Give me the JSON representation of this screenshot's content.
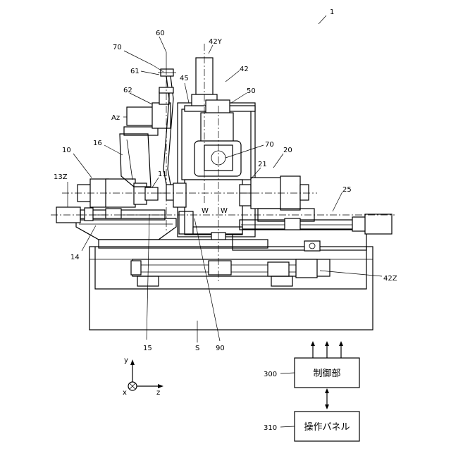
{
  "labels": {
    "fig": "1",
    "l60": "60",
    "l70a": "70",
    "l42Y": "42Y",
    "l61": "61",
    "l45": "45",
    "l42": "42",
    "l62": "62",
    "l50": "50",
    "lAz": "Az",
    "l10": "10",
    "l16": "16",
    "l70b": "70",
    "l20": "20",
    "l13Z": "13Z",
    "l11": "11",
    "l21": "21",
    "l25": "25",
    "lW1": "W",
    "lW2": "W",
    "l14": "14",
    "l42Z": "42Z",
    "l15": "15",
    "lS": "S",
    "l90": "90",
    "l300": "300",
    "l310": "310"
  },
  "axes": {
    "y": "y",
    "x": "x",
    "z": "z"
  },
  "boxes": {
    "controller": "制御部",
    "panel": "操作パネル"
  }
}
